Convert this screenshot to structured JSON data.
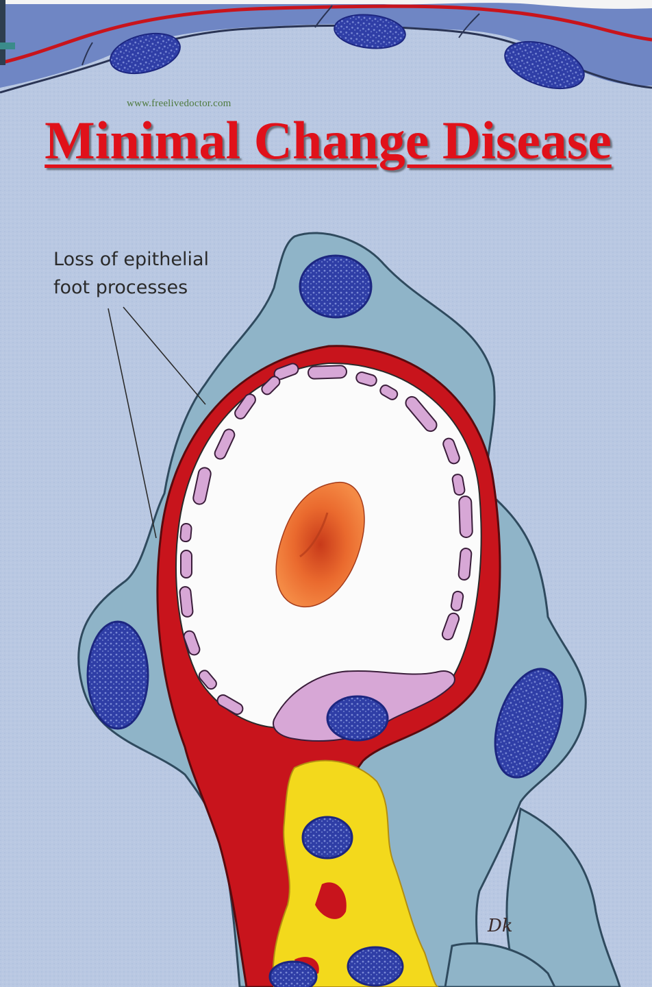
{
  "title": "Minimal Change Disease",
  "watermark": "www.freelivedoctor.com",
  "annotation": {
    "line1": "Loss of epithelial",
    "line2": "foot processes"
  },
  "artist_signature": "Dk",
  "colors": {
    "background": "#b9c8e2",
    "podocyte": "#8fb4c8",
    "nucleus": "#2d3a9e",
    "basement_membrane": "#c8141c",
    "endothelium": "#d7a7d6",
    "lumen": "#fbfbfb",
    "red_blood_cell": "#e8652a",
    "mesangium": "#f3d91c",
    "title": "#e0111a"
  }
}
